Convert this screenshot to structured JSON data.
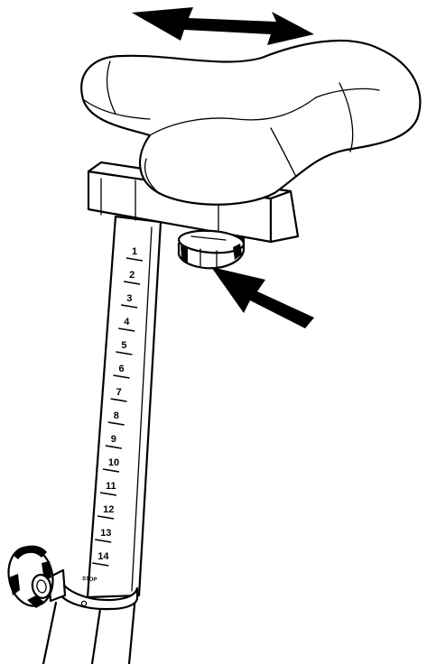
{
  "diagram": {
    "seat_post_scale": {
      "marks": [
        "1",
        "2",
        "3",
        "4",
        "5",
        "6",
        "7",
        "8",
        "9",
        "10",
        "11",
        "12",
        "13",
        "14"
      ],
      "stop_label": "STOP"
    },
    "arrows": [
      {
        "id": "fore-aft-adjust",
        "icon": "double-headed-arrow",
        "direction": "horizontal"
      },
      {
        "id": "point-to-knob",
        "icon": "single-headed-arrow",
        "direction": "toward-knob"
      }
    ],
    "colors": {
      "ink": "#000000",
      "paper": "#ffffff"
    }
  }
}
